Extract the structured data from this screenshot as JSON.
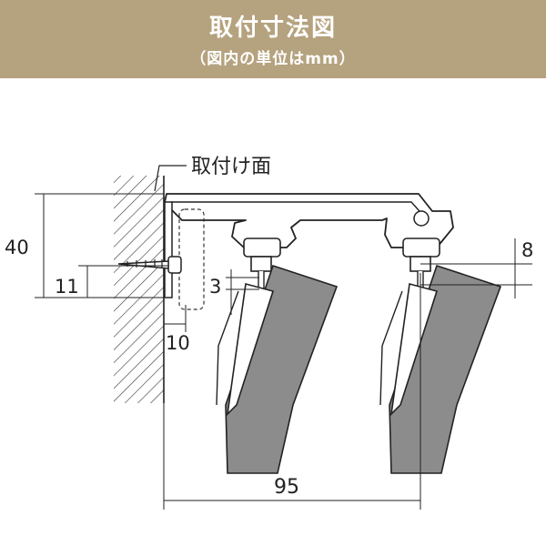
{
  "header": {
    "title": "取付寸法図",
    "subtitle": "（図内の単位はmm）",
    "background": "#b5a27e"
  },
  "diagram": {
    "mount_surface_label": "取付け面",
    "dimensions": {
      "height_total": "40",
      "screw_height": "11",
      "bracket_offset": "10",
      "slat_gap": "3",
      "rail_gap": "8",
      "depth_total": "95"
    }
  }
}
